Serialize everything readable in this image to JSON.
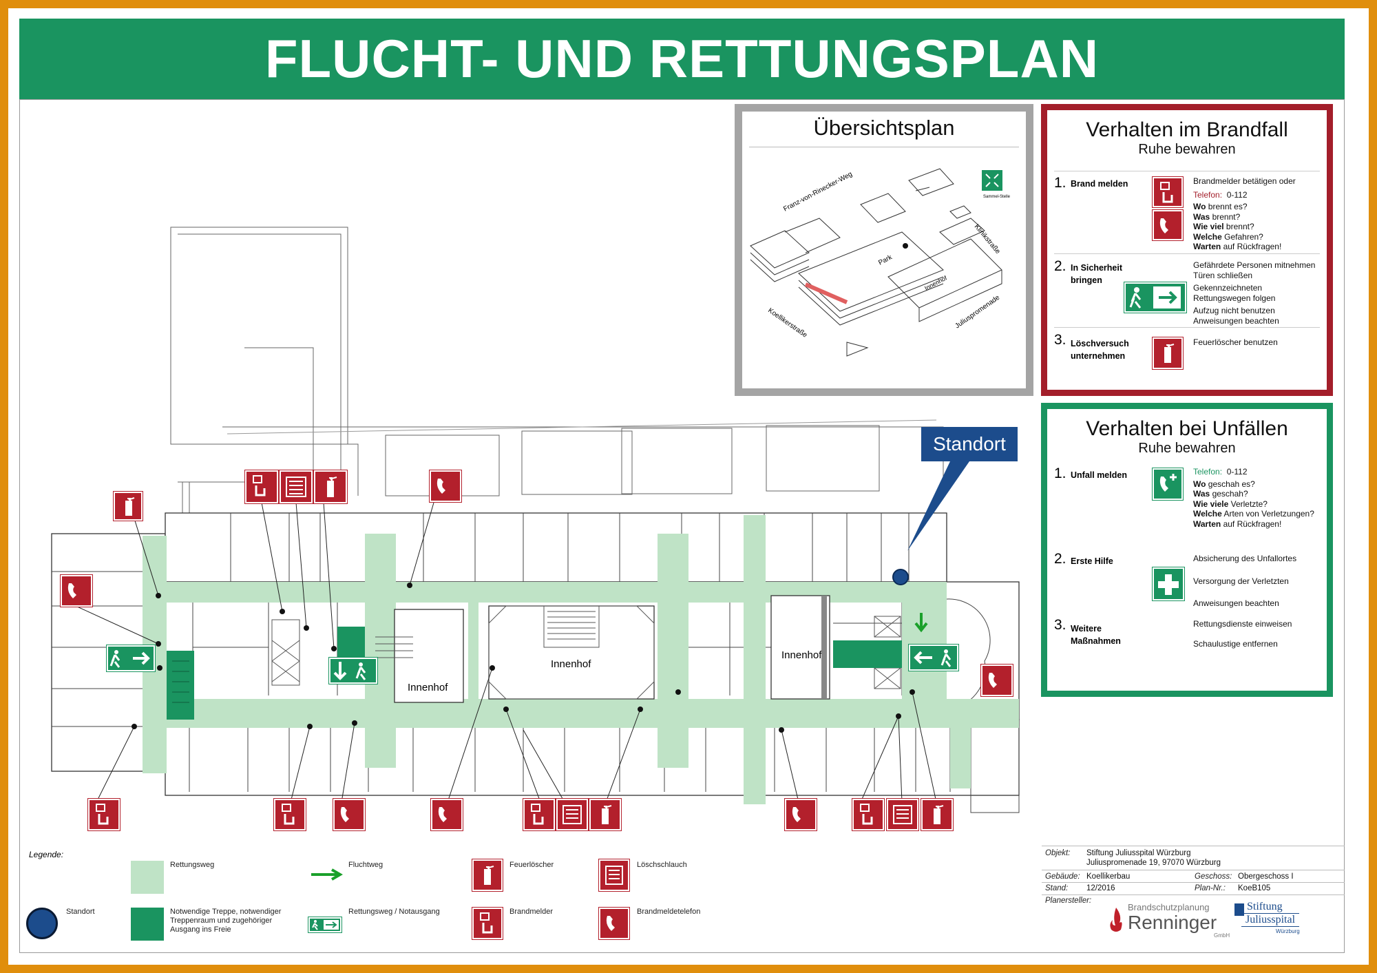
{
  "title": "FLUCHT- UND RETTUNGSPLAN",
  "colors": {
    "green": "#1a9460",
    "corridor": "#bfe3c6",
    "red": "#b3202c",
    "standort": "#1c4c8c",
    "frame": "#e08e0c"
  },
  "overview": {
    "title": "Übersichtsplan",
    "labels": {
      "street1": "Franz-von-Rinecker-Weg",
      "street2": "Klinikstraße",
      "street3": "Koellikerstraße",
      "street4": "Juliuspromenade",
      "park": "Park",
      "innenhof": "Innenhof",
      "sammelstelle": "Sammel-Stelle"
    }
  },
  "fire": {
    "title": "Verhalten im Brandfall",
    "subtitle": "Ruhe bewahren",
    "steps": [
      {
        "num": "1.",
        "label": "Brand melden",
        "lines": [
          "Brandmelder betätigen oder",
          "Telefon:",
          "0-112",
          "Wo",
          "brennt es?",
          "Was",
          "brennt?",
          "Wie viel",
          "brennt?",
          "Welche",
          "Gefahren?",
          "Warten",
          "auf Rückfragen!"
        ]
      },
      {
        "num": "2.",
        "label1": "In Sicherheit",
        "label2": "bringen",
        "lines": [
          "Gefährdete Personen mitnehmen",
          "Türen schließen",
          "Gekennzeichneten",
          "Rettungswegen folgen",
          "Aufzug nicht benutzen",
          "Anweisungen beachten"
        ]
      },
      {
        "num": "3.",
        "label1": "Löschversuch",
        "label2": "unternehmen",
        "lines": [
          "Feuerlöscher benutzen"
        ]
      }
    ]
  },
  "accident": {
    "title": "Verhalten bei Unfällen",
    "subtitle": "Ruhe bewahren",
    "steps": [
      {
        "num": "1.",
        "label": "Unfall melden",
        "lines": [
          "Telefon:",
          "0-112",
          "Wo",
          "geschah es?",
          "Was",
          "geschah?",
          "Wie viele",
          "Verletzte?",
          "Welche",
          "Arten von Verletzungen?",
          "Warten",
          "auf Rückfragen!"
        ]
      },
      {
        "num": "2.",
        "label": "Erste Hilfe",
        "lines": [
          "Absicherung des Unfallortes",
          "Versorgung der Verletzten",
          "Anweisungen beachten"
        ]
      },
      {
        "num": "3.",
        "label1": "Weitere",
        "label2": "Maßnahmen",
        "lines": [
          "Rettungsdienste einweisen",
          "Schaulustige entfernen"
        ]
      }
    ]
  },
  "map": {
    "standort": "Standort",
    "innenhof": "Innenhof"
  },
  "legend": {
    "heading": "Legende:",
    "items": {
      "rettungsweg": "Rettungsweg",
      "fluchtweg": "Fluchtweg",
      "feuerloescher": "Feuerlöscher",
      "loeschschlauch": "Löschschlauch",
      "standort": "Standort",
      "treppe": "Notwendige Treppe, notwendiger Treppenraum und zugehöriger Ausgang ins Freie",
      "notausgang": "Rettungsweg / Notausgang",
      "brandmelder": "Brandmelder",
      "brandmeldetelefon": "Brandmeldetelefon"
    }
  },
  "info": {
    "objekt_label": "Objekt:",
    "objekt1": "Stiftung Juliusspital Würzburg",
    "objekt2": "Juliuspromenade 19, 97070 Würzburg",
    "gebaeude_label": "Gebäude:",
    "gebaeude": "Koellikerbau",
    "geschoss_label": "Geschoss:",
    "geschoss": "Obergeschoss I",
    "stand_label": "Stand:",
    "stand": "12/2016",
    "plannr_label": "Plan-Nr.:",
    "plannr": "KoeB105",
    "planersteller_label": "Planersteller:",
    "logo1_small": "Brandschutzplanung",
    "logo1_big": "Renninger",
    "logo1_gmbh": "GmbH",
    "logo2_top": "Stiftung",
    "logo2_mid": "Juliusspital",
    "logo2_bot": "Würzburg"
  }
}
